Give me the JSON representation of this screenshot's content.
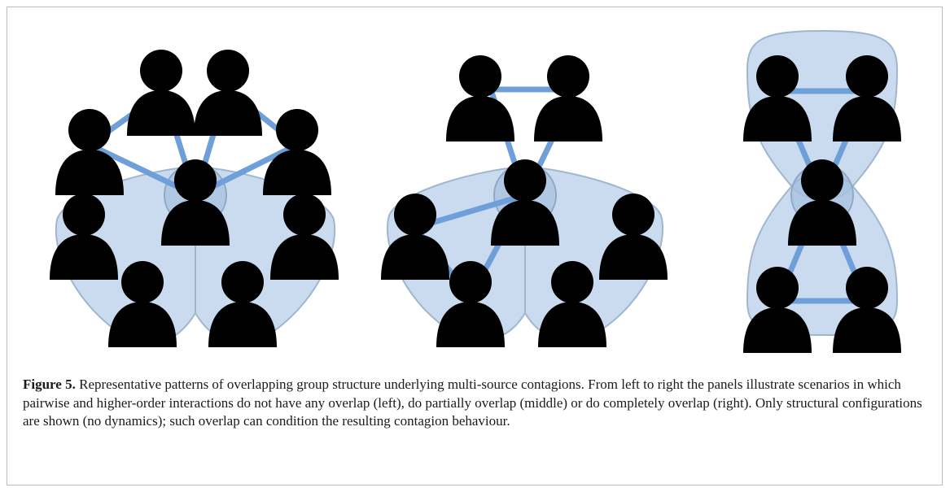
{
  "figure": {
    "label": "Figure 5.",
    "caption": "Representative patterns of overlapping group structure underlying multi-source contagions. From left to right the panels illustrate scenarios in which pairwise and higher-order interactions do not have any overlap (left), do partially overlap (middle) or do completely overlap (right). Only structural configurations are shown (no dynamics); such overlap can condition the resulting contagion behaviour."
  },
  "panels": [
    {
      "name": "left",
      "overlap": "none"
    },
    {
      "name": "middle",
      "overlap": "partial"
    },
    {
      "name": "right",
      "overlap": "complete"
    }
  ],
  "colors": {
    "group_fill": "#b5cdea",
    "edge": "#6f9fd8",
    "person": "#050505",
    "frame_border": "#bdbdbd"
  },
  "icons": [
    "person-icon"
  ]
}
